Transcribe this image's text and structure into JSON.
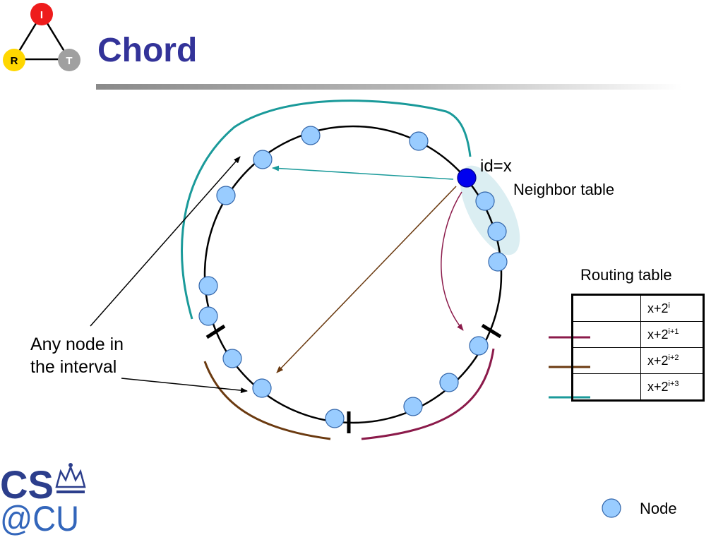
{
  "title": "Chord",
  "logo": {
    "triangle": {
      "top": "I",
      "left": "R",
      "right": "T"
    },
    "colors": {
      "top": "#ee1c1c",
      "left": "#ffd700",
      "right": "#a0a0a0"
    }
  },
  "csu_logo": {
    "line1": "CS",
    "line2": "@CU",
    "color": "#2c3e8c"
  },
  "labels": {
    "id": "id=x",
    "neighbor_table": "Neighbor table",
    "routing_table": "Routing table",
    "interval": "Any node in the interval",
    "legend_node": "Node"
  },
  "routing_table": {
    "rows": [
      {
        "base": "x+2",
        "exp": "i"
      },
      {
        "base": "x+2",
        "exp": "i+1"
      },
      {
        "base": "x+2",
        "exp": "i+2"
      },
      {
        "base": "x+2",
        "exp": "i+3"
      }
    ]
  },
  "colors": {
    "node_fill": "#99ccff",
    "node_stroke": "#3366aa",
    "self_node": "#0000ee",
    "teal": "#1a9a9a",
    "maroon": "#8b1a4a",
    "brown": "#6b3a10",
    "neighbor_shade": "#cfe8ee"
  }
}
